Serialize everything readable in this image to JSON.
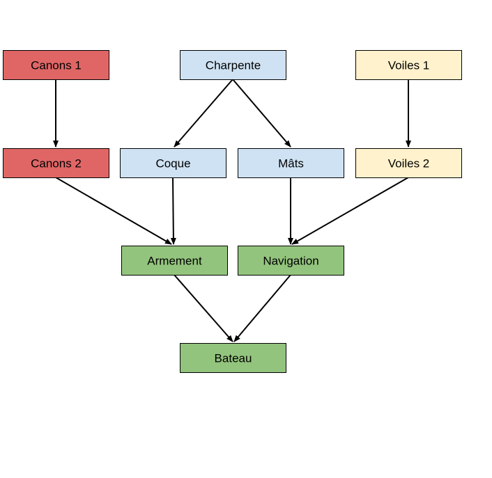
{
  "palette": {
    "red_fill": "#e06666",
    "blue_fill": "#cfe2f3",
    "yellow_fill": "#fff2cc",
    "green_fill": "#93c47d",
    "stroke": "#000000"
  },
  "nodes": {
    "canons1": {
      "label": "Canons 1",
      "color": "red"
    },
    "charpente": {
      "label": "Charpente",
      "color": "blue"
    },
    "voiles1": {
      "label": "Voiles 1",
      "color": "yellow"
    },
    "canons2": {
      "label": "Canons 2",
      "color": "red"
    },
    "coque": {
      "label": "Coque",
      "color": "blue"
    },
    "mats": {
      "label": "Mâts",
      "color": "blue"
    },
    "voiles2": {
      "label": "Voiles 2",
      "color": "yellow"
    },
    "armement": {
      "label": "Armement",
      "color": "green"
    },
    "navigation": {
      "label": "Navigation",
      "color": "green"
    },
    "bateau": {
      "label": "Bateau",
      "color": "green"
    }
  },
  "edges": [
    {
      "from": "canons1",
      "to": "canons2"
    },
    {
      "from": "charpente",
      "to": "coque"
    },
    {
      "from": "charpente",
      "to": "mats"
    },
    {
      "from": "voiles1",
      "to": "voiles2"
    },
    {
      "from": "canons2",
      "to": "armement"
    },
    {
      "from": "coque",
      "to": "armement"
    },
    {
      "from": "mats",
      "to": "navigation"
    },
    {
      "from": "voiles2",
      "to": "navigation"
    },
    {
      "from": "armement",
      "to": "bateau"
    },
    {
      "from": "navigation",
      "to": "bateau"
    }
  ]
}
